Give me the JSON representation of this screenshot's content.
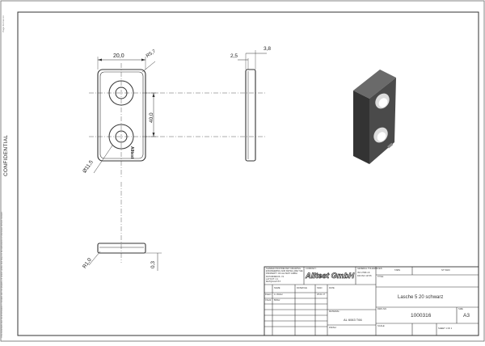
{
  "sheet": {
    "page_number_label": "Page format A3",
    "confidential": "CONFIDENTIAL",
    "side_note": "This document and the information it contains are the property of Alltest GmbH and may not be reproduced or disclosed without consent."
  },
  "dimensions": {
    "width": "20,0",
    "corner_radius": "R5,7",
    "height": "40,0",
    "hole_dia": "Ø11,5",
    "edge_radius": "R1,0",
    "side_thickness": "2,5",
    "side_width": "3,8",
    "bottom_thickness": "0,3"
  },
  "part_mark": "Alltest",
  "title_block": {
    "legal_text": [
      "SHARED PROPRIETARY DRAWING",
      "ENGINEERING AND DETAIL ARE THE",
      "PROPERTY OF ALLTEST GMBH",
      "DATUM/REVIS. V1",
      "LAYOUT: 1:1",
      "MATQUALITÄT:"
    ],
    "company_label": "COMPANY:",
    "company_logo": "Alltest GmbH",
    "tolerances_label": "GENERAL TOLERANCES:",
    "tolerance_lines": [
      "ISO 2768 mK",
      "DIN ISO 13715"
    ],
    "rev_label": "REV",
    "rev_date_label": "DATE",
    "header_cols": [
      "NAME",
      "DATE/FILE",
      "SIGN",
      "DATE"
    ],
    "rows": [
      [
        "Drawn",
        "A. Weber",
        "",
        "25.01.17"
      ],
      [
        "Check",
        "Bühler",
        "",
        ""
      ],
      [
        "",
        "",
        "",
        ""
      ],
      [
        "",
        "",
        "",
        ""
      ],
      [
        "",
        "",
        "",
        ""
      ]
    ],
    "material_label": "MATERIAL:",
    "material": "AL 6063 T66",
    "finish_label": "FINISH:",
    "title_label": "TITLE:",
    "title": "Lasche  5 20 schwarz",
    "dwg_no_label": "DWG NO.",
    "dwg_no": "1000316",
    "size_label": "SIZE",
    "size": "A3",
    "scale_label": "SCALE:",
    "sheet_label": "SHEET 1 OF 1",
    "top_right_a": "TABS",
    "top_right_b": "ST 5020"
  },
  "colors": {
    "line": "#333333",
    "part_dark": "#3c3c3c",
    "part_mid": "#5a5a5a",
    "part_light": "#7a7a7a"
  }
}
